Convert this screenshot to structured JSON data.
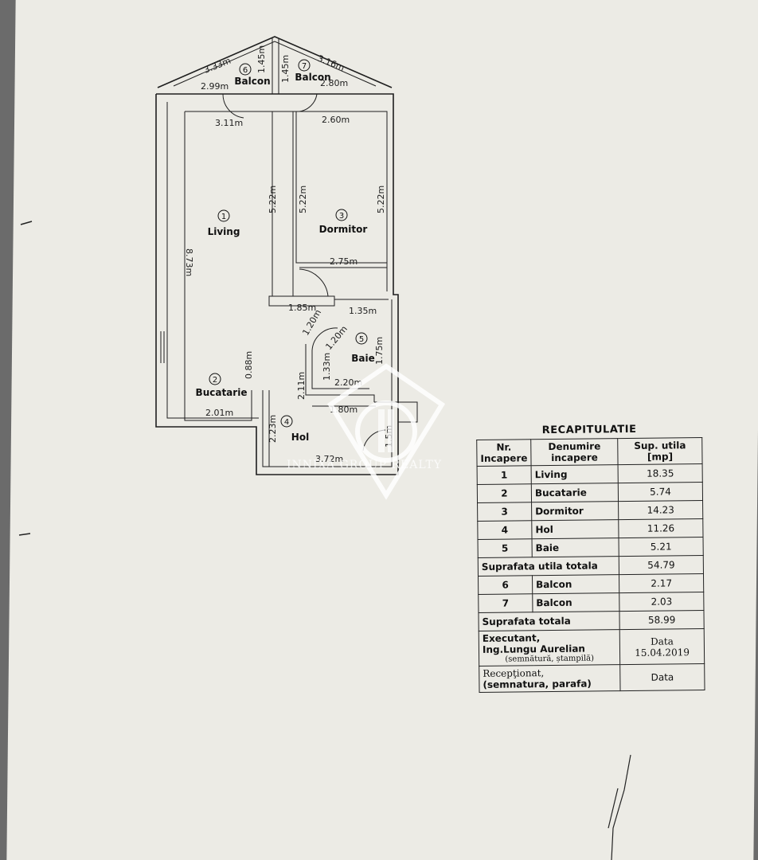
{
  "plan": {
    "dimensions": {
      "balcony_left_diag": "3.33m",
      "balcony_left_width": "2.99m",
      "balcony_depth_left": "1.45m",
      "balcony_right_diag": "3.16m",
      "balcony_right_width": "2.80m",
      "balcony_depth_right": "1.45m",
      "living_width": "3.11m",
      "bedroom_width_top": "2.60m",
      "living_right_height": "5.22m",
      "bedroom_left_height": "5.22m",
      "bedroom_right_height": "5.22m",
      "living_height": "8.73m",
      "bedroom_width_bottom": "2.75m",
      "hall_top_left": "1.85m",
      "hall_top_right": "1.35m",
      "hall_small_1": "1.20m",
      "hall_small_2": "1.20m",
      "bath_height": "1.75m",
      "kitchen_wall": "0.88m",
      "bath_left": "1.33m",
      "hall_vertical": "2.11m",
      "bath_width": "2.20m",
      "kitchen_width": "2.01m",
      "bath_lower": "1.80m",
      "hall_left": "2.23m",
      "hall_entry": "1.5m",
      "hall_bottom": "3.72m"
    },
    "rooms": [
      {
        "num": "1",
        "name": "Living"
      },
      {
        "num": "2",
        "name": "Bucatarie"
      },
      {
        "num": "3",
        "name": "Dormitor"
      },
      {
        "num": "4",
        "name": "Hol"
      },
      {
        "num": "5",
        "name": "Baie"
      },
      {
        "num": "6",
        "name": "Balcon"
      },
      {
        "num": "7",
        "name": "Balcon"
      }
    ]
  },
  "recap": {
    "title": "RECAPITULATIE",
    "headers": {
      "nr": "Nr. Incapere",
      "name": "Denumire incapere",
      "area": "Sup. utila [mp]"
    },
    "rows": [
      {
        "nr": "1",
        "name": "Living",
        "area": "18.35"
      },
      {
        "nr": "2",
        "name": "Bucatarie",
        "area": "5.74"
      },
      {
        "nr": "3",
        "name": "Dormitor",
        "area": "14.23"
      },
      {
        "nr": "4",
        "name": "Hol",
        "area": "11.26"
      },
      {
        "nr": "5",
        "name": "Baie",
        "area": "5.21"
      }
    ],
    "subtotal_label": "Suprafata utila totala",
    "subtotal_value": "54.79",
    "balconies": [
      {
        "nr": "6",
        "name": "Balcon",
        "area": "2.17"
      },
      {
        "nr": "7",
        "name": "Balcon",
        "area": "2.03"
      }
    ],
    "total_label": "Suprafata totala",
    "total_value": "58.99",
    "executant_label": "Executant,",
    "executant_name": "Ing.Lungu Aurelian",
    "executant_note": "(semnătură, ștampilă)",
    "date_label": "Data",
    "date_value": "15.04.2019",
    "received_label": "Recepţionat,",
    "received_note": "(semnatura, parafa)",
    "received_date_label": "Data"
  },
  "watermark": {
    "text": "INNIXA GROUP REALTY"
  }
}
